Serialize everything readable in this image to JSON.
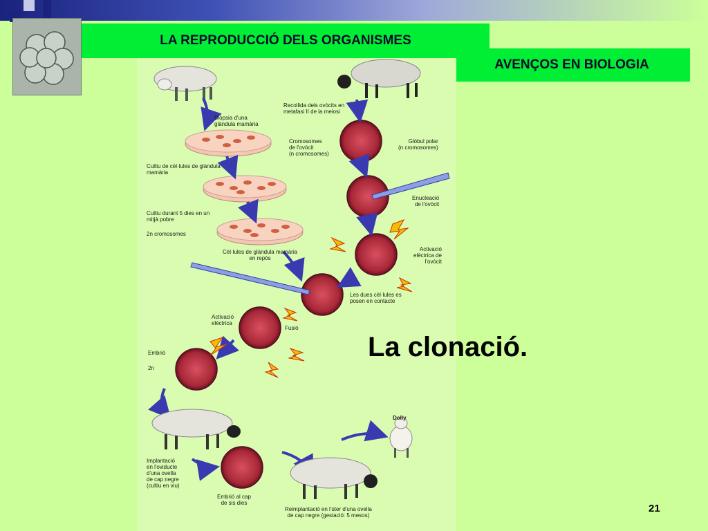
{
  "slide": {
    "header": "LA REPRODUCCIÓ DELS ORGANISMES",
    "subheader": "AVENÇOS EN BIOLOGIA",
    "title": "La clonació.",
    "page_number": "21"
  },
  "diagram": {
    "labels": {
      "biopsia": "Biòpsia d'una\nglàndula mamària",
      "cultiu": "Cultiu de cèl·lules de glàndula\nmamària",
      "cultiu5": "Cultiu durant 5 dies en un\nmitjà pobre",
      "cromosomes2n": "2n cromosomes",
      "repos": "Cèl·lules de glàndula mamària\nen repòs",
      "recollida": "Recollida dels ovòcits en\nmetafasi II de la meiosi",
      "cromovocit": "Cromosomes\nde l'ovòcit\n(n cromosomes)",
      "globul": "Glòbul polar\n(n cromosomes)",
      "enucleacio": "Enucleació\nde l'ovòcit",
      "activacio_ovocit": "Activació\nelèctrica de\nl'ovòcit",
      "contacte": "Les dues cèl·lules es\nposen en contacte",
      "activacio": "Activació\nelèctrica",
      "fusio": "Fusió",
      "embrio": "Embrió",
      "embrio2n": "2n",
      "dolly": "Dolly",
      "implantacio": "Implantació\nen l'oviducte\nd'una ovella\nde cap negre\n(cultiu en viu)",
      "embrio6": "Embrió al cap\nde sis dies",
      "reimplantacio": "Reimplantació en l'úter d'una ovella\nde cap negre (gestació: 5 mesos)"
    }
  },
  "colors": {
    "background": "#ccff99",
    "title_box": "#00ee33",
    "cell_fill": "#b03040",
    "arrow": "#3a3ab0"
  }
}
